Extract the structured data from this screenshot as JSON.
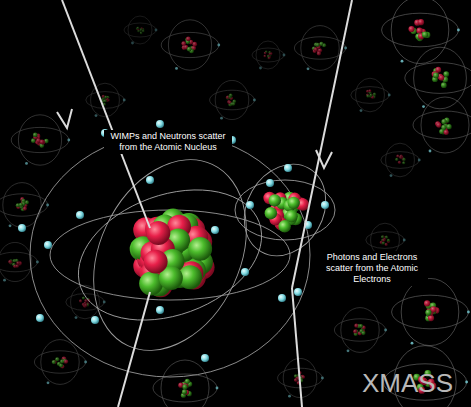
{
  "diagram": {
    "labels": [
      "WIMPs and Neutrons scatter from the Atomic Nucleus",
      "Photons and Electrons scatter from the Atomic Electrons",
      "XMASS"
    ]
  }
}
